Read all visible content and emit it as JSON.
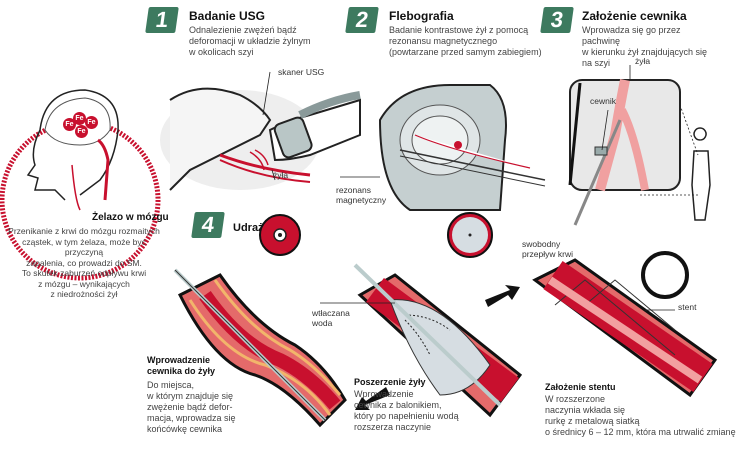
{
  "steps": [
    {
      "number": "1",
      "title": "Badanie USG",
      "description": [
        "Odnalezienie zwężeń bądź",
        "deforomacji w układzie żylnym",
        "w okolicach szyi"
      ],
      "labels": {
        "scanner": "skaner USG",
        "vein": "żyła"
      }
    },
    {
      "number": "2",
      "title": "Flebografia",
      "description": [
        "Badanie kontrastowe żył z pomocą",
        "rezonansu magnetycznego",
        "(powtarzane przed samym zabiegiem)"
      ],
      "labels": {
        "mri": [
          "rezonans",
          "magnetyczny"
        ]
      }
    },
    {
      "number": "3",
      "title": "Założenie cewnika",
      "description": [
        "Wprowadza się go przez pachwinę",
        "w kierunku żył znajdujących się",
        "na szyi"
      ],
      "labels": {
        "vein": "żyła",
        "catheter": "cewnik"
      }
    },
    {
      "number": "4",
      "title": "Udrażnianie"
    }
  ],
  "iron_panel": {
    "title": "Żelazo w mózgu",
    "atom_label": "Fe",
    "description": [
      "Przenikanie z krwi do mózgu rozmaitych",
      "cząstek, w tym żelaza, może być przyczyną",
      "zapalenia, co prowadzi do SM.",
      "To skutek zaburzeń odpływu krwi",
      "z mózgu – wynikających",
      "z niedrożności żył"
    ]
  },
  "substeps": [
    {
      "title": [
        "Wprowadzenie",
        "cewnika do żyły"
      ],
      "description": [
        "Do miejsca,",
        "w którym znajduje się",
        "zwężenie bądź defor-",
        "macja, wprowadza się",
        "końcówkę cewnika"
      ]
    },
    {
      "title": [
        "Poszerzenie żyły"
      ],
      "description": [
        "Wprowadzenie",
        "cewnika z balonikiem,",
        "który po napełnieniu wodą",
        "rozszerza naczynie"
      ],
      "labels": {
        "water": [
          "wtłaczana",
          "woda"
        ]
      }
    },
    {
      "title": [
        "Założenie stentu"
      ],
      "description": [
        "W rozszerzone",
        "naczynia wkłada się",
        "rurkę z metalową siatką",
        "o średnicy 6 – 12 mm, która ma utrwalić zmianę"
      ],
      "labels": {
        "flow": [
          "swobodny",
          "przepływ krwi"
        ],
        "stent": "stent"
      }
    }
  ],
  "colors": {
    "badge": "#3d7a5f",
    "vein_red": "#c8102e",
    "vessel_outer": "#e46a6a",
    "vessel_fat": "#f2b56b",
    "dotted_circle": "#c8102e"
  }
}
